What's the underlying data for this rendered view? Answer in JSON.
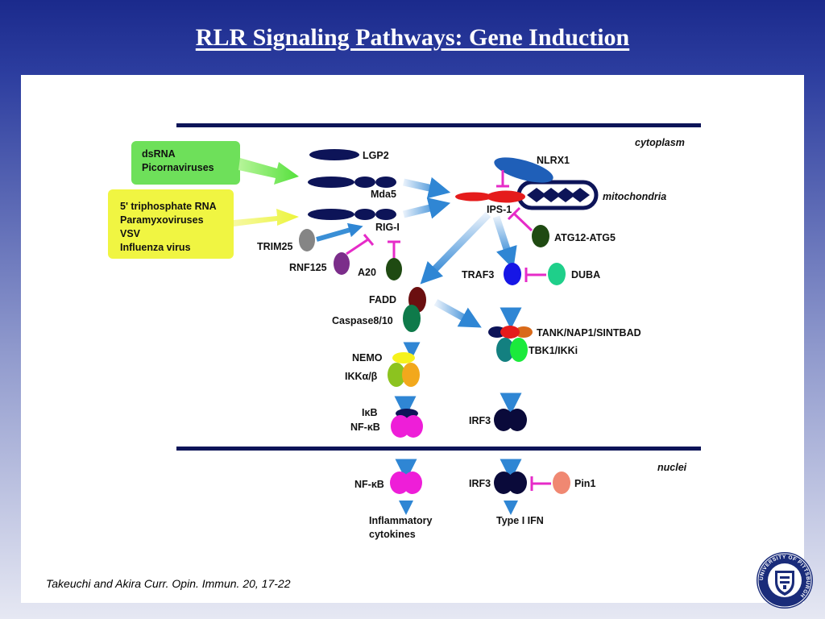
{
  "slide": {
    "title": "RLR Signaling Pathways: Gene Induction",
    "citation": "Takeuchi and Akira Curr. Opin. Immun. 20, 17-22"
  },
  "diagram": {
    "compartments": {
      "cytoplasm": "cytoplasm",
      "mitochondria": "mitochondria",
      "nuclei": "nuclei"
    },
    "ligands": {
      "box1": [
        "dsRNA",
        "Picornaviruses"
      ],
      "box2": [
        "5' triphosphate RNA",
        "Paramyxoviruses",
        "VSV",
        "Influenza virus"
      ],
      "box1_color": "#6ee05a",
      "box2_color": "#f0f542"
    },
    "labels": {
      "lgp2": "LGP2",
      "mda5": "Mda5",
      "rigi": "RIG-I",
      "trim25": "TRIM25",
      "rnf125": "RNF125",
      "a20": "A20",
      "nlrx1": "NLRX1",
      "ips1": "IPS-1",
      "atg": "ATG12-ATG5",
      "traf3": "TRAF3",
      "duba": "DUBA",
      "fadd": "FADD",
      "caspase": "Caspase8/10",
      "nemo": "NEMO",
      "ikk": "IKKα/β",
      "tank": "TANK/NAP1/SINTBAD",
      "tbk1": "TBK1/IKKi",
      "ikb": "IκB",
      "nfkb1": "NF-κB",
      "irf3a": "IRF3",
      "nfkb2": "NF-κB",
      "irf3b": "IRF3",
      "pin1": "Pin1",
      "out1a": "Inflammatory",
      "out1b": "cytokines",
      "out2": "Type I IFN"
    },
    "colors": {
      "helicase": "#0d1458",
      "ips1": "#e51b1b",
      "inhibitor": "#e62bc8",
      "arrow": "#3a8fd6",
      "traf3": "#1616e6",
      "duba": "#1fcf8a",
      "fadd": "#6b0f10",
      "caspase": "#0e7a4a",
      "nemo": "#f6f21c",
      "nfkb": "#ee1ed8",
      "pin1": "#f08872"
    }
  },
  "logo": {
    "ring_text": "UNIVERSITY OF PITTSBURGH"
  }
}
